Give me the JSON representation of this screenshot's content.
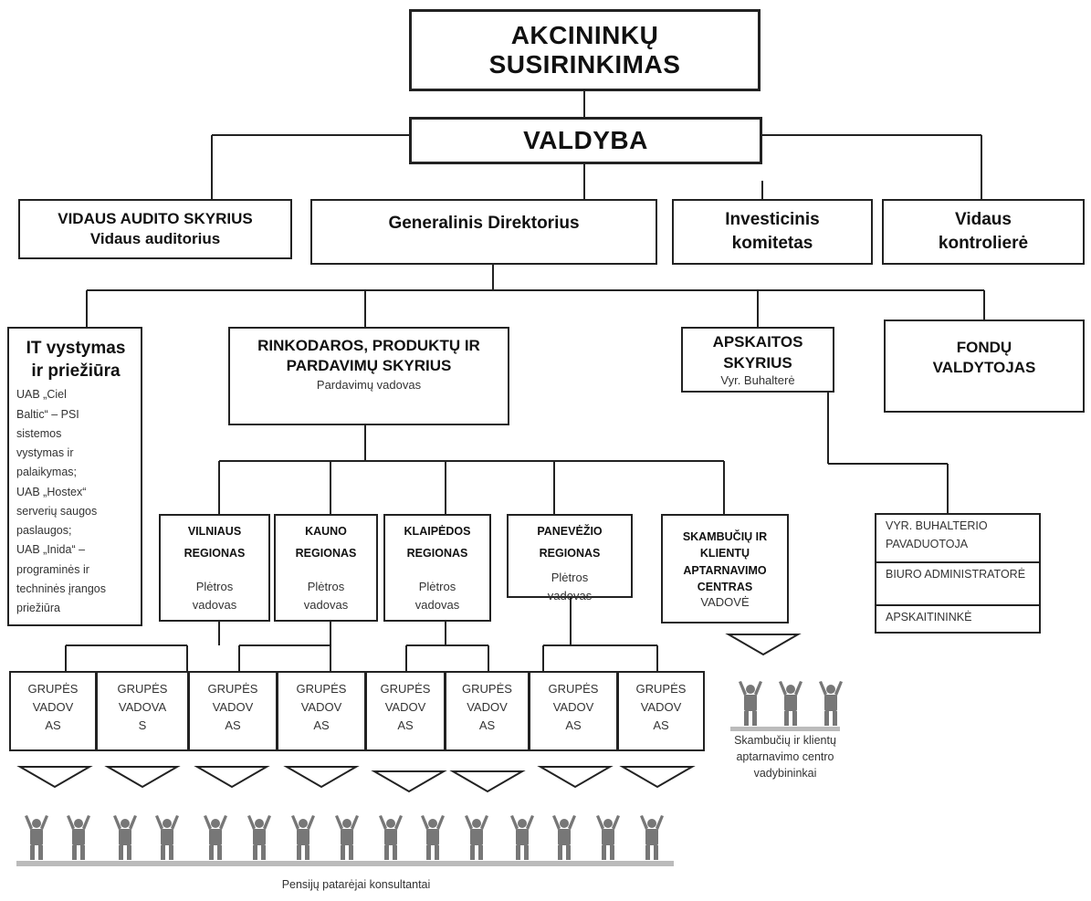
{
  "shareholders_meeting": "AKCININKŲ SUSIRINKIMAS",
  "board": "VALDYBA",
  "internal_audit": {
    "title": "VIDAUS AUDITO SKYRIUS",
    "sub": "Vidaus auditorius"
  },
  "general_director": "Generalinis Direktorius",
  "investment_committee": [
    "Investicinis",
    "komitetas"
  ],
  "internal_controller": [
    "Vidaus",
    "kontrolierė"
  ],
  "it": {
    "title": [
      "IT vystymas",
      "ir priežiūra"
    ],
    "items": [
      "UAB „Ciel",
      "Baltic“ – PSI",
      "sistemos",
      "vystymas ir",
      "palaikymas;",
      "UAB „Hostex“",
      "serverių saugos",
      "paslaugos;",
      "UAB „Inida“ –",
      "programinės ir",
      "techninės įrangos",
      "priežiūra"
    ]
  },
  "marketing": {
    "title": [
      "RINKODAROS, PRODUKTŲ IR",
      "PARDAVIMŲ SKYRIUS"
    ],
    "sub": "Pardavimų vadovas"
  },
  "accounting": {
    "title": [
      "APSKAITOS",
      "SKYRIUS"
    ],
    "sub": "Vyr. Buhalterė"
  },
  "fund_manager": [
    "FONDŲ",
    "VALDYTOJAS"
  ],
  "regions": [
    {
      "title": [
        "VILNIAUS",
        "REGIONAS"
      ],
      "sub": [
        "Plėtros",
        "vadovas"
      ]
    },
    {
      "title": [
        "KAUNO",
        "REGIONAS"
      ],
      "sub": [
        "Plėtros",
        "vadovas"
      ]
    },
    {
      "title": [
        "KLAIPĖDOS",
        "REGIONAS"
      ],
      "sub": [
        "Plėtros",
        "vadovas"
      ]
    },
    {
      "title": [
        "PANEVĖŽIO",
        "REGIONAS"
      ],
      "sub": [
        "Plėtros",
        "vadovas"
      ]
    }
  ],
  "call_center": {
    "title": [
      "SKAMBUČIŲ IR",
      "KLIENTŲ",
      "APTARNAVIMO",
      "CENTRAS"
    ],
    "sub": "VADOVĖ"
  },
  "accounting_staff": [
    "VYR. BUHALTERIO PAVADUOTOJA",
    "BIURO ADMINISTRATORĖ",
    "APSKAITININKĖ"
  ],
  "group_leaders": [
    [
      "GRUPĖS",
      "VADOV",
      "AS"
    ],
    [
      "GRUPĖS",
      "VADOVA",
      "S"
    ],
    [
      "GRUPĖS",
      "VADOV",
      "AS"
    ],
    [
      "GRUPĖS",
      "VADOV",
      "AS"
    ],
    [
      "GRUPĖS",
      "VADOV",
      "AS"
    ],
    [
      "GRUPĖS",
      "VADOV",
      "AS"
    ],
    [
      "GRUPĖS",
      "VADOV",
      "AS"
    ],
    [
      "GRUPĖS",
      "VADOV",
      "AS"
    ]
  ],
  "consultants_caption": "Pensijų patarėjai konsultantai",
  "call_center_staff_caption": [
    "Skambučių ir klientų",
    "aptarnavimo centro",
    "vadybininkai"
  ]
}
